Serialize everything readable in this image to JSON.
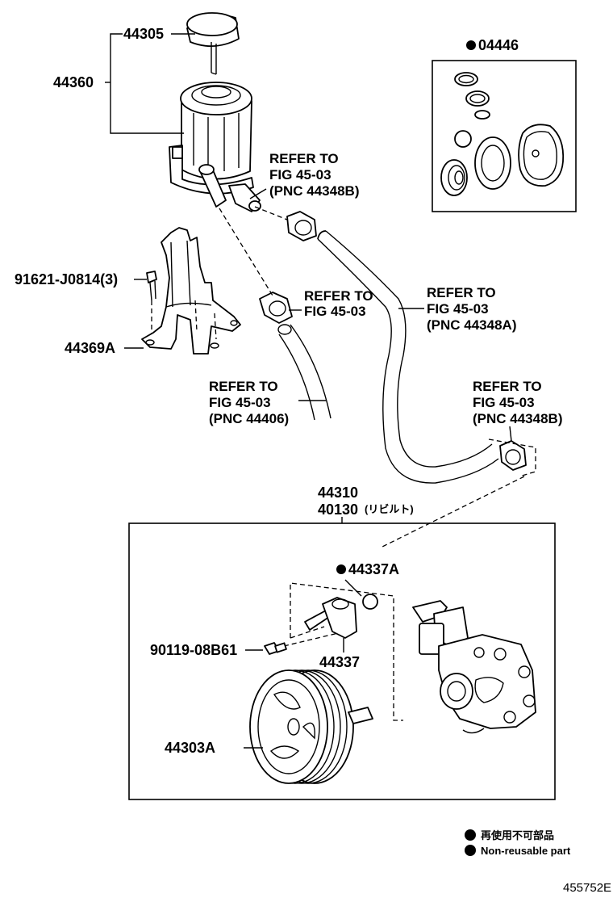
{
  "parts": {
    "p44305": "44305",
    "p44360": "44360",
    "p04446": "04446",
    "p91621": "91621-J0814(3)",
    "p44369A": "44369A",
    "p44310": "44310",
    "p40130": "40130",
    "p40130_note": "(リビルト)",
    "p44337A": "44337A",
    "p90119": "90119-08B61",
    "p44337": "44337",
    "p44303A": "44303A"
  },
  "refs": {
    "ref1": [
      "REFER TO",
      "FIG 45-03",
      "(PNC 44348B)"
    ],
    "ref2": [
      "REFER TO",
      "FIG 45-03"
    ],
    "ref3": [
      "REFER TO",
      "FIG 45-03",
      "(PNC 44348A)"
    ],
    "ref4": [
      "REFER TO",
      "FIG 45-03",
      "(PNC 44406)"
    ],
    "ref5": [
      "REFER TO",
      "FIG 45-03",
      "(PNC 44348B)"
    ]
  },
  "legend": {
    "jp": "再使用不可部品",
    "en": "Non-reusable part"
  },
  "diagram_id": "455752E"
}
